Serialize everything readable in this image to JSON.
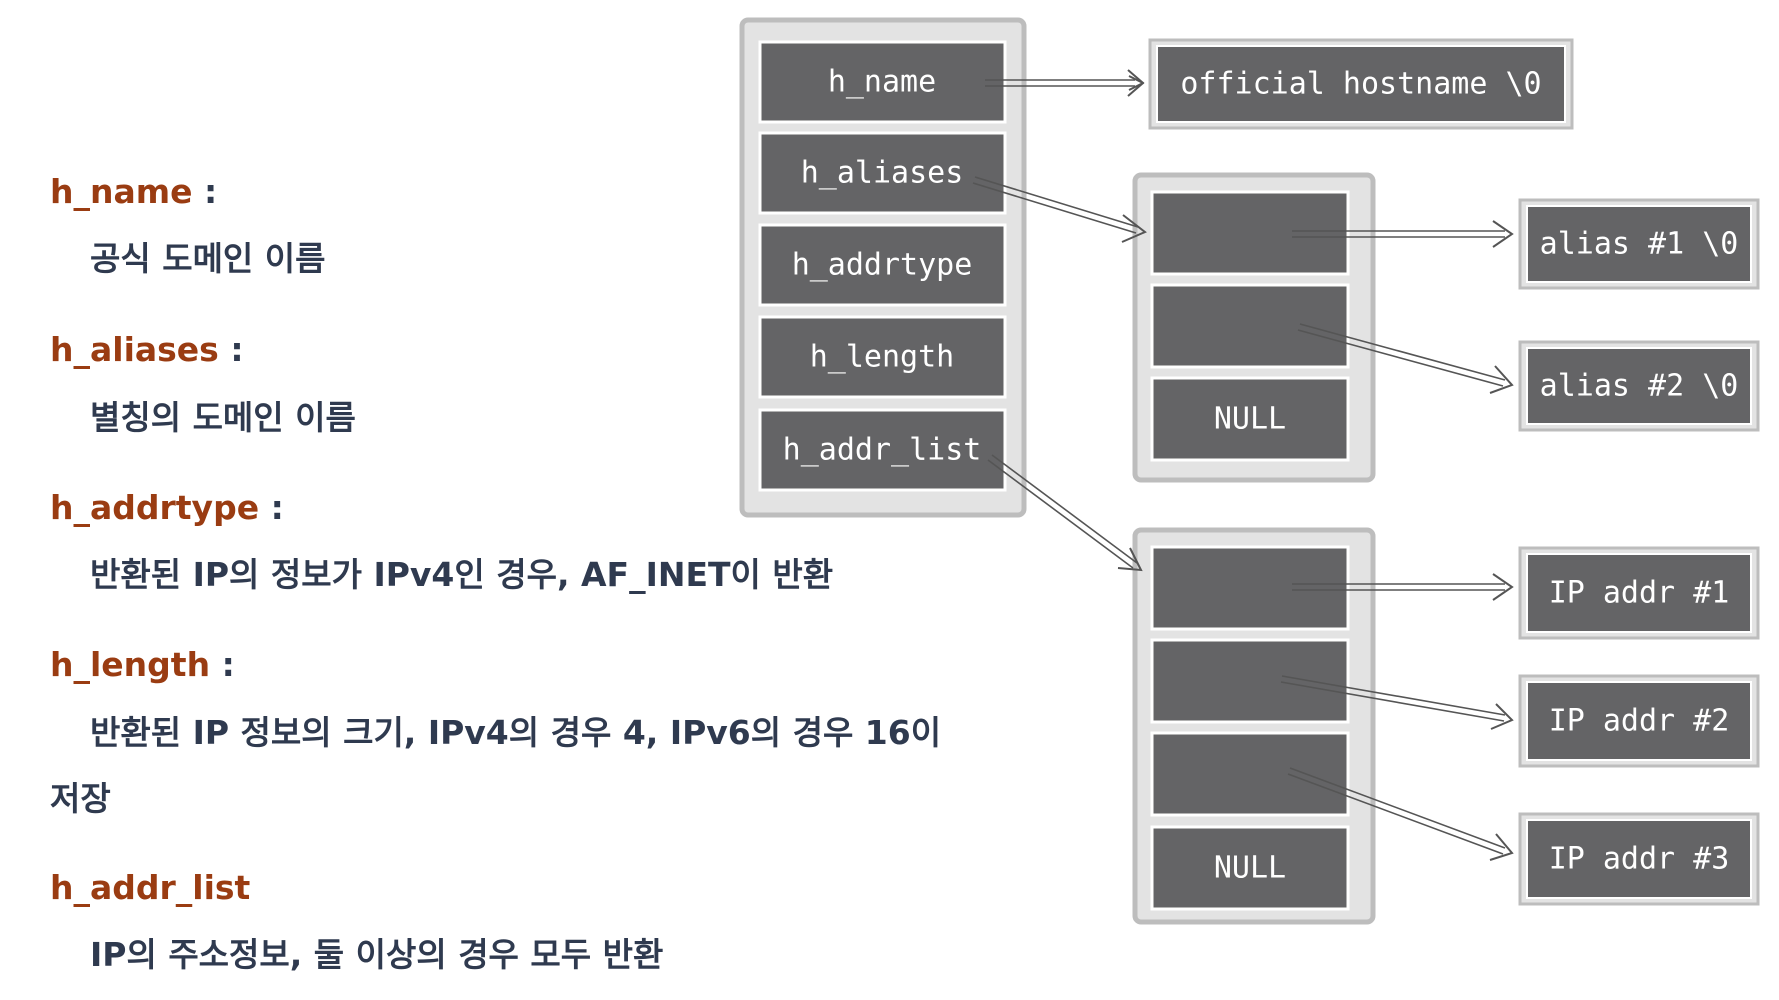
{
  "definitions": [
    {
      "term": "h_name",
      "colon": ":",
      "description": "공식 도메인 이름"
    },
    {
      "term": "h_aliases",
      "colon": ":",
      "description": "별칭의 도메인 이름"
    },
    {
      "term": "h_addrtype",
      "colon": ":",
      "description": "반환된 IP의 정보가 IPv4인 경우, AF_INET이 반환"
    },
    {
      "term": "h_length",
      "colon": ":",
      "description": "반환된 IP 정보의 크기, IPv4의 경우 4, IPv6의 경우 16이 저장"
    },
    {
      "term": "h_addr_list",
      "colon": "",
      "description": "IP의 주소정보, 둘 이상의 경우 모두 반환"
    }
  ],
  "diagram": {
    "struct_fields": [
      "h_name",
      "h_aliases",
      "h_addrtype",
      "h_length",
      "h_addr_list"
    ],
    "official_hostname": "official hostname \\0",
    "alias_pointer_cells": [
      "",
      "",
      "NULL"
    ],
    "alias_strings": [
      "alias #1 \\0",
      "alias #2 \\0"
    ],
    "addr_pointer_cells": [
      "",
      "",
      "",
      "NULL"
    ],
    "addresses": [
      "IP addr #1",
      "IP addr #2",
      "IP addr #3"
    ]
  },
  "colors": {
    "term": "#9a3c12",
    "text": "#2f3a4f",
    "box_fill": "#646466",
    "frame": "#bdbdbd",
    "frame_fill": "#e3e3e3",
    "arrow": "#555555"
  }
}
